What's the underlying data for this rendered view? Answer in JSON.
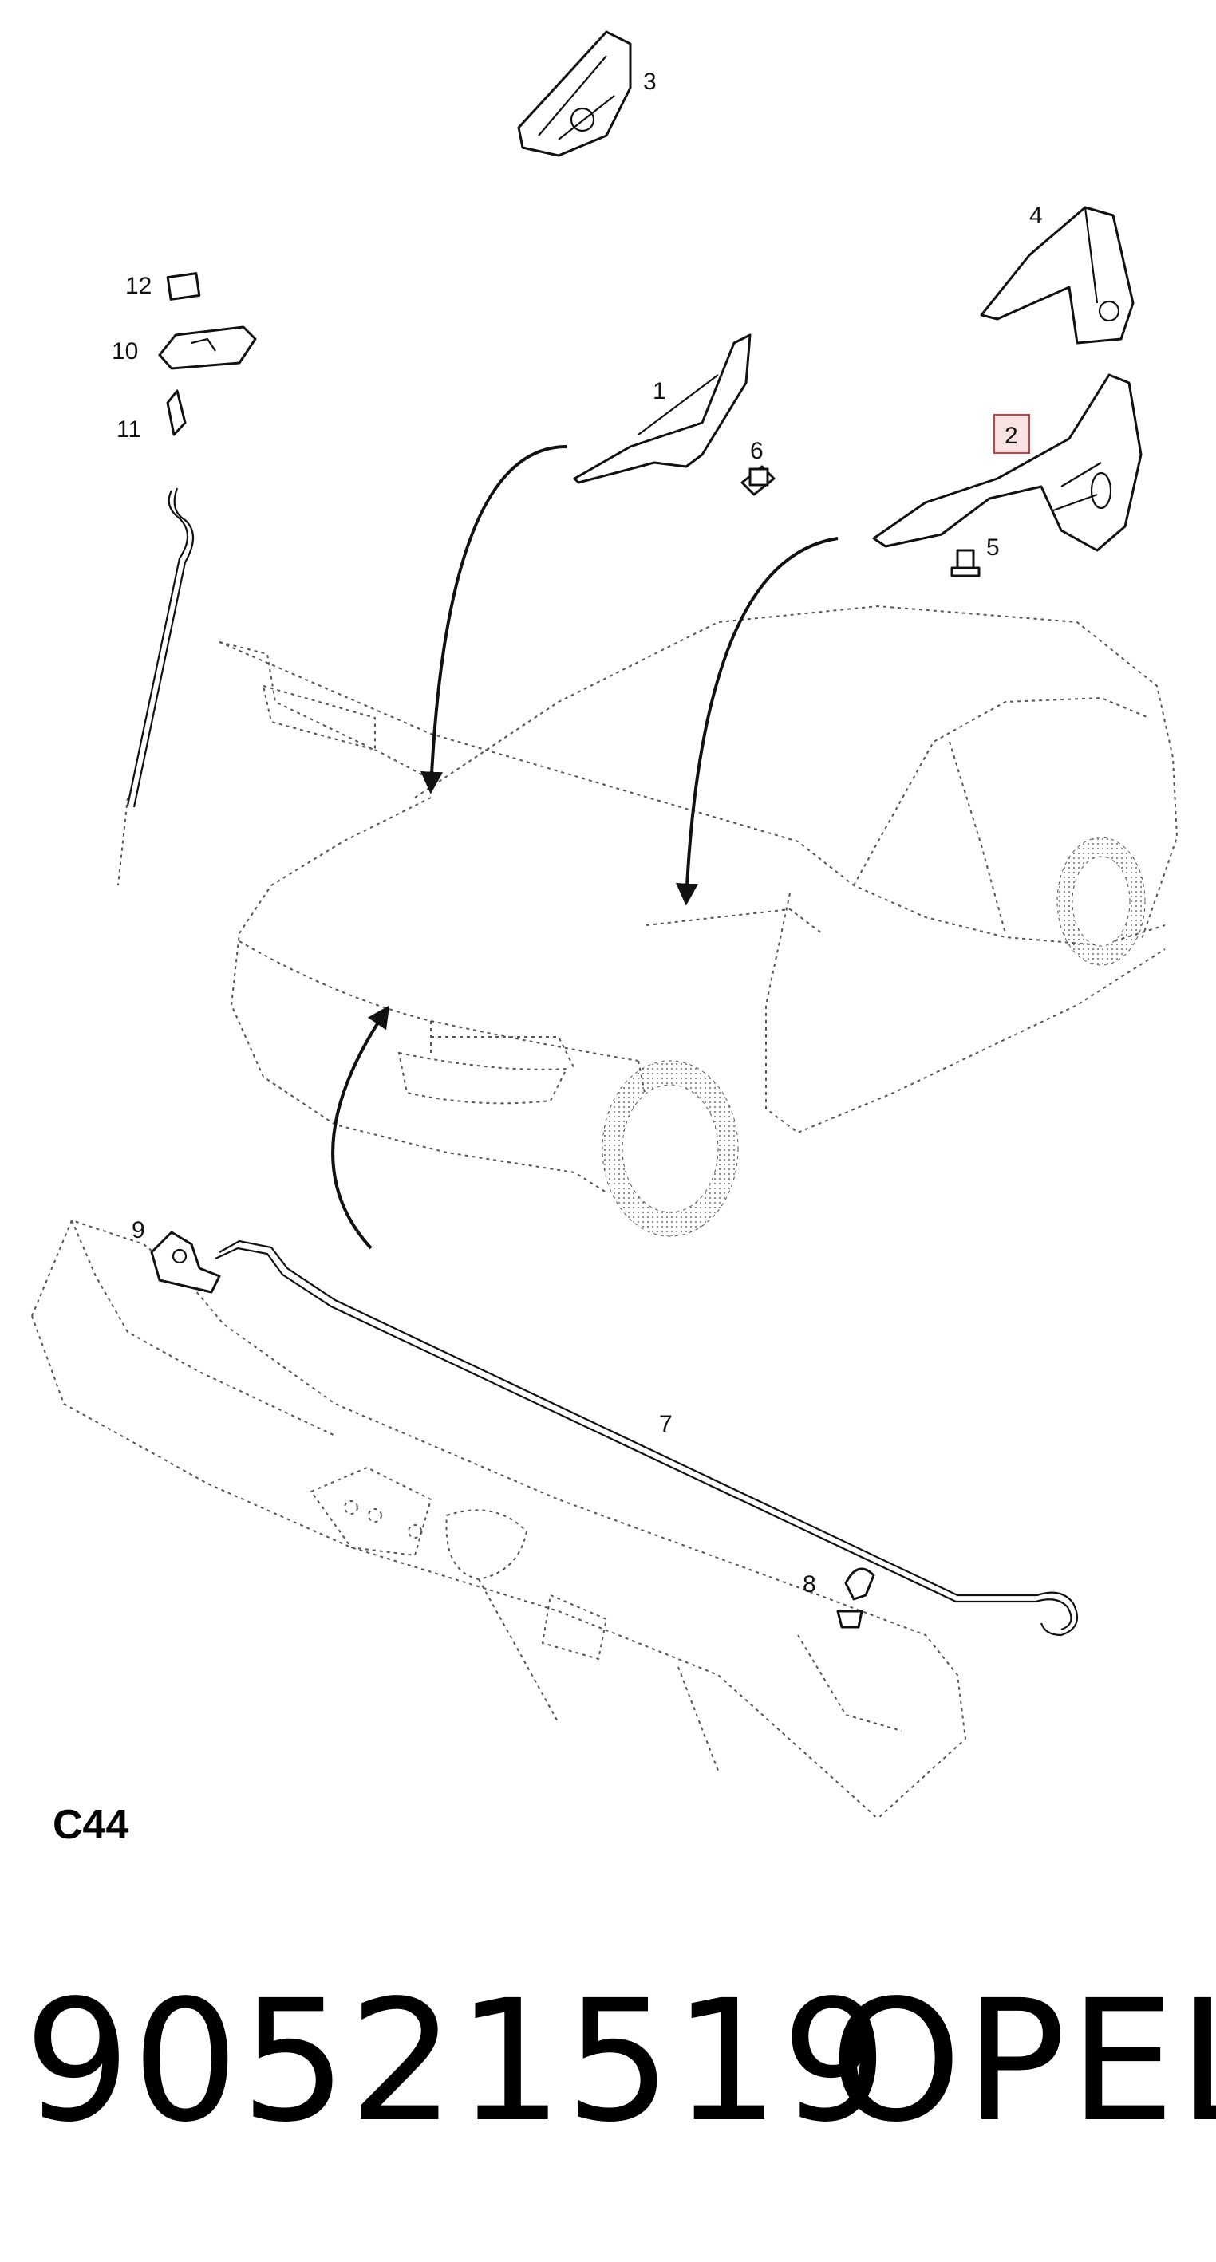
{
  "diagram": {
    "code": "C44",
    "callouts": [
      {
        "id": "1",
        "label": "1"
      },
      {
        "id": "2",
        "label": "2",
        "highlighted": true
      },
      {
        "id": "3",
        "label": "3"
      },
      {
        "id": "4",
        "label": "4"
      },
      {
        "id": "5",
        "label": "5"
      },
      {
        "id": "6",
        "label": "6"
      },
      {
        "id": "7",
        "label": "7"
      },
      {
        "id": "8",
        "label": "8"
      },
      {
        "id": "9",
        "label": "9"
      },
      {
        "id": "10",
        "label": "10"
      },
      {
        "id": "11",
        "label": "11"
      },
      {
        "id": "12",
        "label": "12"
      }
    ],
    "highlight_color": "#d33a3a"
  },
  "footer": {
    "part_number": "90521519",
    "brand": "OPEL"
  }
}
